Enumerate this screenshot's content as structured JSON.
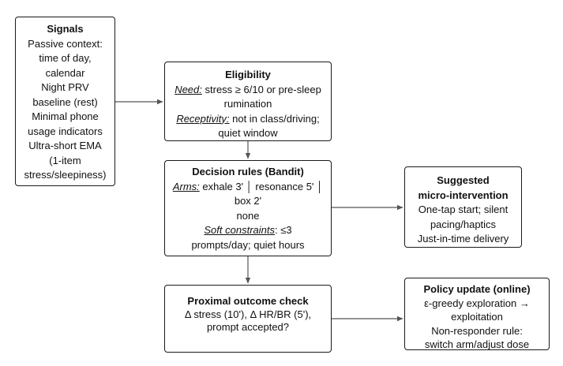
{
  "signals": {
    "title": "Signals",
    "lines": [
      "Passive context:",
      "time of day,",
      "calendar",
      "Night PRV",
      "baseline (rest)",
      "Minimal phone",
      "usage indicators",
      "Ultra-short EMA",
      "(1-item",
      "stress/sleepiness)"
    ]
  },
  "eligibility": {
    "title": "Eligibility",
    "need_label": "Need:",
    "need_text": " stress ≥ 6/10 or pre-sleep",
    "need_text2": "rumination",
    "receptivity_label": "Receptivity:",
    "receptivity_text": " not in class/driving;",
    "receptivity_text2": "quiet window"
  },
  "decision": {
    "title": "Decision rules (Bandit)",
    "arms_label": "Arms:",
    "arms_text": " exhale 3' │ resonance 5' │",
    "arms_text2": "box 2'",
    "arms_text3": "none",
    "soft_label": "Soft constraints",
    "soft_text": ": ≤3",
    "soft_text2": "prompts/day; quiet hours"
  },
  "suggested": {
    "title_line1": "Suggested",
    "title_line2": "micro-intervention",
    "lines": [
      "One-tap start; silent",
      "pacing/haptics",
      "Just-in-time delivery"
    ]
  },
  "proximal": {
    "title": "Proximal outcome check",
    "lines": [
      "Δ stress (10'), Δ HR/BR (5'),",
      "prompt accepted?"
    ]
  },
  "policy": {
    "title": "Policy update (online)",
    "lines": [
      "ε-greedy exploration →",
      "exploitation",
      "Non-responder rule:",
      "switch arm/adjust dose"
    ]
  },
  "colors": {
    "box_border": "#1a1a1a",
    "arrow": "#555555"
  }
}
